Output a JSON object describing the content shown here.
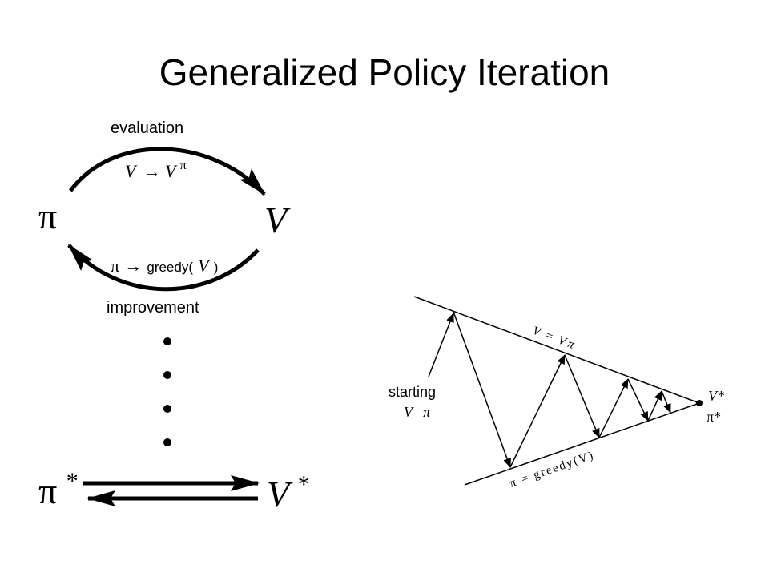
{
  "slide": {
    "title": "Generalized Policy Iteration"
  },
  "left_diagram": {
    "policy_symbol": "π",
    "value_symbol": "V",
    "evaluation_label": "evaluation",
    "evaluation_formula_v": "V",
    "evaluation_formula_arrow": "→",
    "evaluation_formula_vpi": "V",
    "evaluation_formula_pi_sup": "π",
    "improvement_label": "improvement",
    "improvement_formula_pi": "π",
    "improvement_formula_arrow": "→",
    "improvement_formula_greedy": "greedy(",
    "improvement_formula_v": "V",
    "improvement_formula_close": ")",
    "optimal_policy": "π",
    "optimal_value": "V",
    "star": "*"
  },
  "right_diagram": {
    "upper_line_label": "V  =  V π",
    "lower_line_label": "π = greedy(V)",
    "starting_label": "starting",
    "starting_sub": "V   π",
    "optimal_value": "V*",
    "optimal_policy": "π*"
  }
}
